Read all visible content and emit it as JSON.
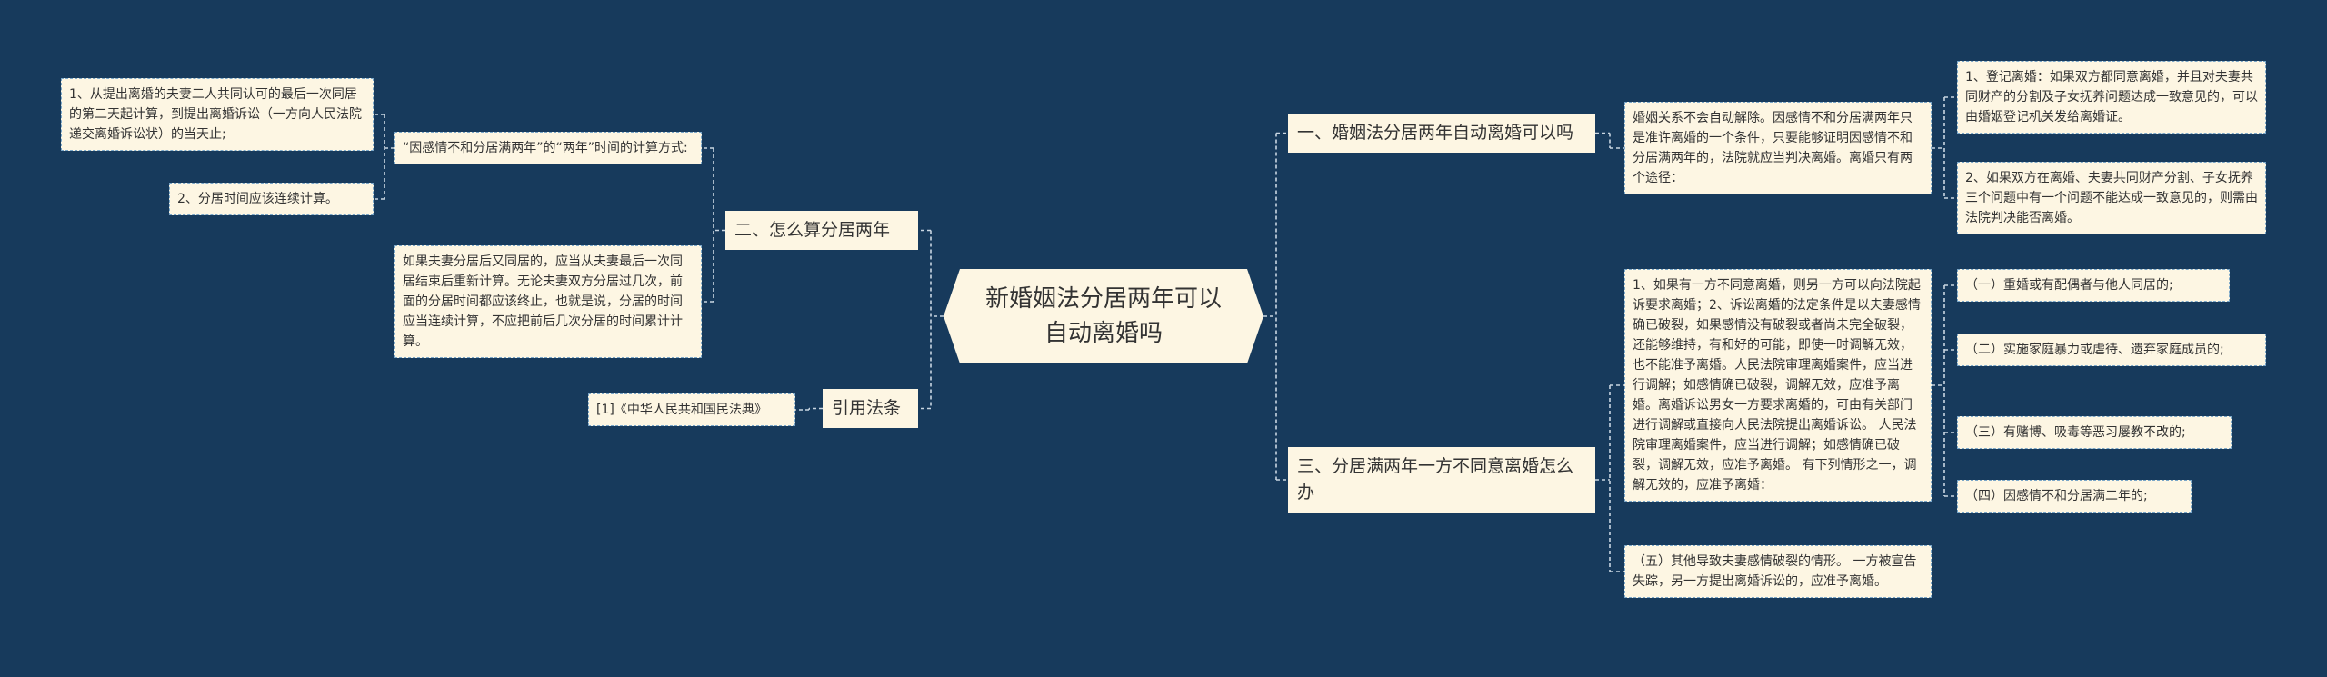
{
  "diagram": {
    "root": {
      "label": "新婚姻法分居两年可以自动离婚吗"
    },
    "left_branches": [
      {
        "label": "二、怎么算分居两年",
        "children": [
          {
            "text": "“因感情不和分居满两年”的“两年”时间的计算方式:",
            "children": [
              {
                "text": "1、从提出离婚的夫妻二人共同认可的最后一次同居的第二天起计算，到提出离婚诉讼（一方向人民法院递交离婚诉讼状）的当天止;"
              },
              {
                "text": "2、分居时间应该连续计算。"
              }
            ]
          },
          {
            "text": "如果夫妻分居后又同居的，应当从夫妻最后一次同居结束后重新计算。无论夫妻双方分居过几次，前面的分居时间都应该终止，也就是说，分居的时间应当连续计算，不应把前后几次分居的时间累计计算。"
          }
        ]
      },
      {
        "label": "引用法条",
        "children": [
          {
            "text": "[1]《中华人民共和国民法典》"
          }
        ]
      }
    ],
    "right_branches": [
      {
        "label": "一、婚姻法分居两年自动离婚可以吗",
        "children": [
          {
            "text": "婚姻关系不会自动解除。因感情不和分居满两年只是准许离婚的一个条件，只要能够证明因感情不和分居满两年的，法院就应当判决离婚。离婚只有两个途径：",
            "children": [
              {
                "text": "1、登记离婚：如果双方都同意离婚，并且对夫妻共同财产的分割及子女抚养问题达成一致意见的，可以由婚姻登记机关发给离婚证。"
              },
              {
                "text": "2、如果双方在离婚、夫妻共同财产分割、子女抚养三个问题中有一个问题不能达成一致意见的，则需由法院判决能否离婚。"
              }
            ]
          }
        ]
      },
      {
        "label": "三、分居满两年一方不同意离婚怎么办",
        "children": [
          {
            "text": "1、如果有一方不同意离婚，则另一方可以向法院起诉要求离婚；2、诉讼离婚的法定条件是以夫妻感情确已破裂，如果感情没有破裂或者尚未完全破裂，还能够维持，有和好的可能，即使一时调解无效，也不能准予离婚。人民法院审理离婚案件，应当进行调解；如感情确已破裂，调解无效，应准予离婚。离婚诉讼男女一方要求离婚的，可由有关部门进行调解或直接向人民法院提出离婚诉讼。 人民法院审理离婚案件，应当进行调解；如感情确已破裂，调解无效，应准予离婚。 有下列情形之一，调解无效的，应准予离婚：",
            "children": [
              {
                "text": "（一）重婚或有配偶者与他人同居的;"
              },
              {
                "text": "（二）实施家庭暴力或虐待、遗弃家庭成员的;"
              },
              {
                "text": "（三）有赌博、吸毒等恶习屡教不改的;"
              },
              {
                "text": "（四）因感情不和分居满二年的;"
              }
            ]
          },
          {
            "text": "（五）其他导致夫妻感情破裂的情形。 一方被宣告失踪，另一方提出离婚诉讼的，应准予离婚。"
          }
        ]
      }
    ],
    "colors": {
      "background": "#173a5c",
      "node_fill": "#fdf6e3",
      "connector": "#c9d6e2",
      "leaf_border": "#7aa6c8",
      "text": "#333333"
    }
  }
}
